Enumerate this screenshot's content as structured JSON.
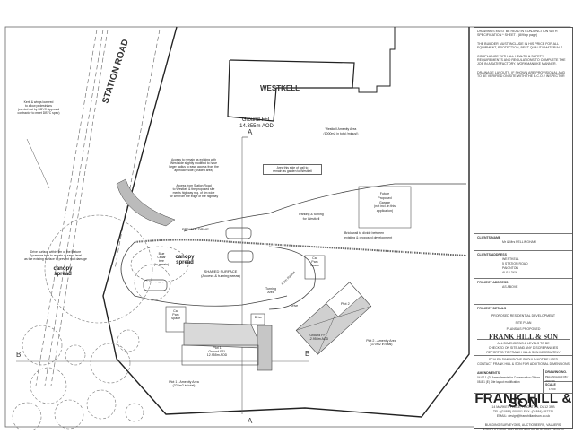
{
  "plan": {
    "road_label": "STATION ROAD",
    "building_label": "WESTKELL",
    "existing_ffl": [
      "Ground FFL",
      "14.355m AOD"
    ],
    "section_a": "A",
    "section_b": "B",
    "westkell_amenity": [
      "Westkell Amenity Area",
      "(1000m2 in total (minus))"
    ],
    "kerb_note": [
      "Kerb & wings lowered",
      "to allow pedestrians",
      "(carried out by DBYC Approval",
      "contractor to meet DBYC spec)"
    ],
    "access_note_1": [
      "Access to remain as existing with",
      "West side slightly modified to have",
      "larger radius to ease access from the",
      "approach side (shaded area)"
    ],
    "access_note_2": [
      "Access from Station Road",
      "to Westkell & the proposed site",
      "meets highway req. of 5m wide",
      "for 6m from the edge of the highway"
    ],
    "garden_note": [
      "Area this side of wall to",
      "remain as garden to Westkell"
    ],
    "garage_note": [
      "Future",
      "Proposed",
      "Garage",
      "(not incl. in this",
      "application)"
    ],
    "parking_note": [
      "Parking & turning",
      "for Westkell"
    ],
    "wall_note": [
      "Brick wall to divide between",
      "existing & proposed development"
    ],
    "private_drive": "PRIVATE DRIVE",
    "cedar_note": [
      "Blue",
      "Cedar",
      "tree",
      "(to remain)"
    ],
    "canopy_spread": [
      "canopy",
      "spread"
    ],
    "shared_surface": [
      "SHARED SURFACE",
      "(Access & turning areas)"
    ],
    "car_park_space": [
      "Car",
      "Park",
      "Space"
    ],
    "turning_area": [
      "Turning",
      "Area"
    ],
    "radius_label": "6.5m Radius",
    "drive_note": [
      "Drive surface within 9m of the Mature",
      "Sycamore tree to remain at same level",
      "as the existing surface to prevent root damage"
    ],
    "drive": "Drive",
    "plot1": [
      "Plot 1",
      "Ground FFL",
      "12.955m AOD"
    ],
    "plot2": [
      "Plot 2",
      "Ground FFL",
      "12.955m AOD"
    ],
    "plot1_amenity": [
      "Plot 1 - Amenity Area",
      "(325m2 in total)"
    ],
    "plot2_amenity": [
      "Plot 2 - Amenity Area",
      "(370m2 in total)"
    ]
  },
  "title_block": {
    "notes": [
      "DRAWINGS MUST BE READ IN CONJUNCTION WITH SPECIFICATION * SHEET - (8/9/ep page)",
      "THE BUILDER MUST INCLUDE IN HIS PRICE FOR ALL EQUIPMENT, PROTECTION, BEST QUALITY MATERIALS",
      "COMPLIANCE WITH ALL HEALTH & SAFETY REQUIREMENTS AND REGULATIONS TO COMPLETE THE JOB IN A SATISFACTORY, WORKMANLIKE MANNER.",
      "DRAINAGE LAYOUTS, IF SHOWN ARE PROVISIONAL AND TO BE VERIFIED ON SITE WITH THE B.C.O. / INSPECTOR"
    ],
    "client_name_hd": "CLIENTS NAME",
    "client_name": "Mr & Mrs PELLINGHAM",
    "client_address_hd": "CLIENTS ADDRESS",
    "client_address": [
      "WESTKELL",
      "5 STATION ROAD",
      "PAIGNTON",
      "AU12 3XX"
    ],
    "project_address_hd": "PROJECT ADDRESS",
    "project_address": "AS ABOVE",
    "project_details_hd": "PROJECT DETAILS",
    "project_details": [
      "PROPOSED RESIDENTIAL DEVELOPMENT",
      "SITE PLAN",
      "PLANS AS PROPOSED"
    ],
    "firm_small": "FRANK HILL & SON",
    "dims_note": [
      "ALL DIMENSIONS & LEVELS TO BE",
      "CHECKED ON SITE AND ANY DISCREPANCIES",
      "REPORTED TO FRANK HILL & SON IMMEDIATELY"
    ],
    "scale_note": [
      "SCALED DIMENSIONS SHOULD NOT BE USED",
      "CONTACT FRANK HILL & SON FOR ADDITIONAL DIMENSIONS"
    ],
    "amendments_hd": "AMENDMENTS",
    "amendments": [
      "04.07.1 (D) Amendments for Conservation Officer",
      "08.8.1 (E) Site layout modification"
    ],
    "drawing_no_hd": "DRAWING No.",
    "drawing_no": "PELLINGHAM 08 / 2007 06",
    "scale_hd": "SCALE",
    "scale": "1:500",
    "firm_big": "FRANK HILL & SON",
    "firm_address": "14 MARKET PLACE, PAIGNTON, DU12 3PB",
    "firm_tel": "TEL: (01884) 000001      FAX: (01884) 857221",
    "firm_email": "EMAIL: design@frankhillandson.co.uk",
    "firm_services": [
      "BUILDING SURVEYORS, AUCTIONEERS, VALUERS,",
      "AGRICULTURAL AND RESIDENTIAL BUILDING DESIGN"
    ]
  }
}
